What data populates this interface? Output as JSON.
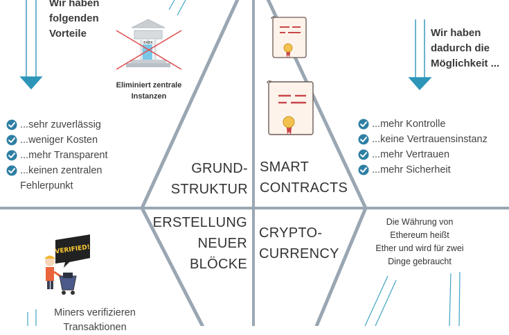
{
  "quadrants": {
    "top_left": {
      "title_line1": "GRUND-",
      "title_line2": "STRUKTUR",
      "intro_line1": "Wir haben",
      "intro_line2": "folgenden",
      "intro_line3": "Vorteile",
      "icon_caption_line1": "Eliminiert zentrale",
      "icon_caption_line2": "Instanzen",
      "bank_sign": "BANK",
      "bullets": [
        "...sehr zuverlässig",
        "...weniger Kosten",
        "...mehr Transparent",
        "...keinen zentralen"
      ],
      "bullet_cont": "Fehlerpunkt"
    },
    "top_right": {
      "title_line1": "SMART",
      "title_line2": "CONTRACTS",
      "intro_line1": "Wir haben",
      "intro_line2": "dadurch die",
      "intro_line3": "Möglichkeit ...",
      "bullets": [
        "...mehr Kontrolle",
        "...keine Vertrauensinstanz",
        "...mehr Vertrauen",
        "...mehr Sicherheit"
      ]
    },
    "bottom_left": {
      "title_line1": "ERSTELLUNG",
      "title_line2": "NEUER",
      "title_line3": "BLÖCKE",
      "badge": "VERIFIED!",
      "caption_line1": "Miners verifizieren",
      "caption_line2": "Transaktionen"
    },
    "bottom_right": {
      "title_line1": "CRYPTO-",
      "title_line2": "CURRENCY",
      "text_line1": "Die Währung von",
      "text_line2": "Ethereum heißt",
      "text_line3": "Ether und wird für zwei",
      "text_line4": "Dinge gebraucht"
    }
  },
  "colors": {
    "structure": "#9aa7b3",
    "arrow": "#2d95b8",
    "accent_line": "#3fa2c2",
    "check": "#2e7fa3",
    "text": "#3a3a3a",
    "cross": "#e04b4b"
  },
  "icons": [
    "arrow-down-icon",
    "bank-icon",
    "contract-icon",
    "check-icon",
    "miner-icon"
  ]
}
